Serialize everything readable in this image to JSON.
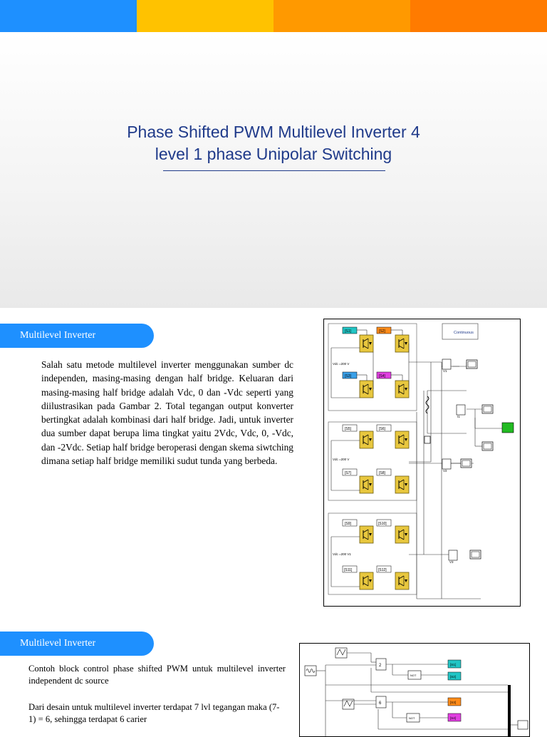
{
  "colors": {
    "stripe": [
      "#1e90ff",
      "#ffc200",
      "#ff9900",
      "#ff7b00"
    ],
    "title": "#1f3a8a",
    "section_bg": "#1e90ff",
    "igbt": "#e8c73e",
    "tag_cyan": "#22c5c5",
    "tag_orange": "#ff8c1a",
    "tag_blue": "#3aa0e8",
    "tag_magenta": "#e040e0",
    "scope_green": "#22bb22"
  },
  "title": {
    "line1": "Phase Shifted PWM Multilevel Inverter 4",
    "line2": "level 1 phase Unipolar Switching"
  },
  "section1": {
    "heading": "Multilevel Inverter",
    "paragraph": "Salah satu metode multilevel inverter menggunakan sumber dc independen, masing-masing dengan half bridge. Keluaran dari masing-masing half bridge adalah Vdc, 0 dan -Vdc seperti yang diilustrasikan pada Gambar 2. Total tegangan output konverter bertingkat adalah kombinasi dari half bridge. Jadi, untuk inverter dua sumber dapat berupa lima tingkat yaitu 2Vdc, Vdc, 0, -Vdc, dan -2Vdc. Setiap half bridge beroperasi dengan skema siwtching dimana setiap half bridge memiliki sudut tunda yang berbeda."
  },
  "section2": {
    "heading": "Multilevel Inverter",
    "paragraph1": "Contoh block control phase shifted PWM untuk multilevel inverter independent dc source",
    "paragraph2": "Dari desain untuk multilevel inverter terdapat 7 lvl tegangan maka (7-1) = 6, sehingga terdapat 6 carier"
  },
  "figure1": {
    "continuous_label": "Continuous",
    "bridges": [
      {
        "tags": [
          "[S1]",
          "[S2]",
          "[S3]",
          "[S4]"
        ],
        "vdc": "Vdc =200 V"
      },
      {
        "tags": [
          "[S5]",
          "[S6]",
          "[S7]",
          "[S8]"
        ],
        "vdc": "Vdc =200 V"
      },
      {
        "tags": [
          "[S9]",
          "[S10]",
          "[S11]",
          "[S12]"
        ],
        "vdc": "Vdc =200 V1"
      }
    ],
    "meters": [
      "V1",
      "V2",
      "V3",
      "I1"
    ]
  },
  "figure2": {
    "tags": [
      "[S1]",
      "[S2]",
      "[S3]",
      "[S4]"
    ],
    "gains": [
      "2",
      "6"
    ],
    "not_label": "NOT"
  }
}
